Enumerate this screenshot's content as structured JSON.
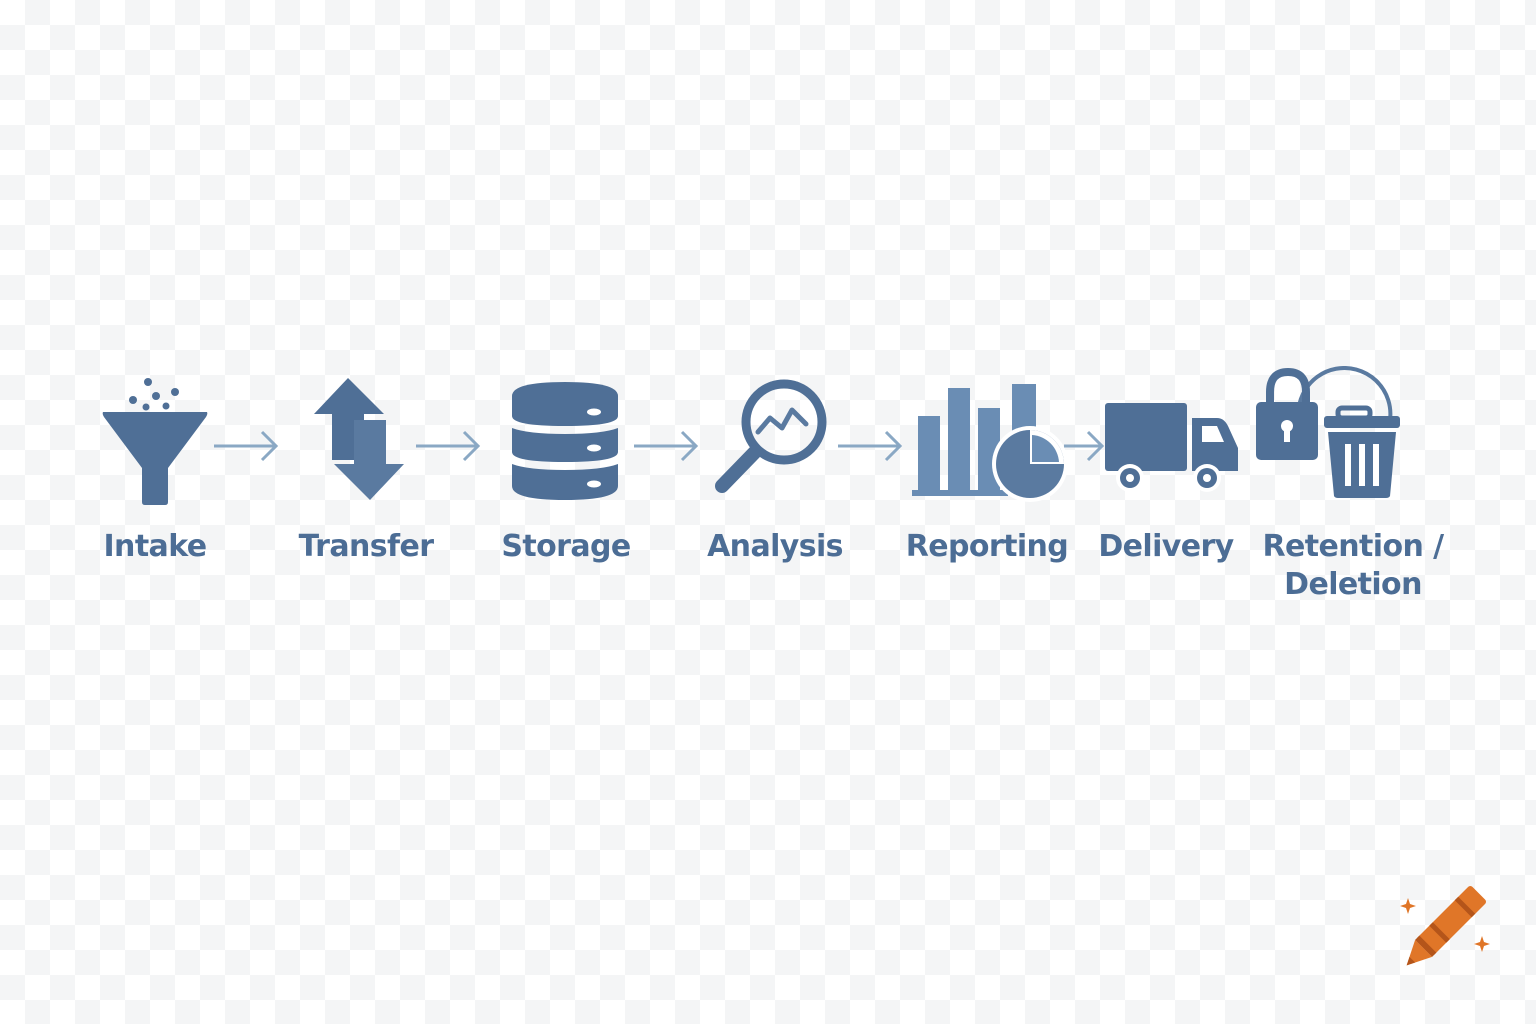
{
  "colors": {
    "icon": "#4f6f96",
    "icon_light": "#6a8db4",
    "arrow": "#8aa8c4",
    "label": "#4c6d95",
    "watermark": "#e07628"
  },
  "stages": [
    {
      "label": "Intake",
      "icon": "funnel-icon"
    },
    {
      "label": "Transfer",
      "icon": "up-down-arrows-icon"
    },
    {
      "label": "Storage",
      "icon": "database-icon"
    },
    {
      "label": "Analysis",
      "icon": "magnifier-chart-icon"
    },
    {
      "label": "Reporting",
      "icon": "bar-pie-chart-icon"
    },
    {
      "label": "Delivery",
      "icon": "truck-icon"
    },
    {
      "label": "Retention /\nDeletion",
      "icon": "lock-trash-icon"
    }
  ],
  "watermark": {
    "icon": "crayon-icon"
  }
}
